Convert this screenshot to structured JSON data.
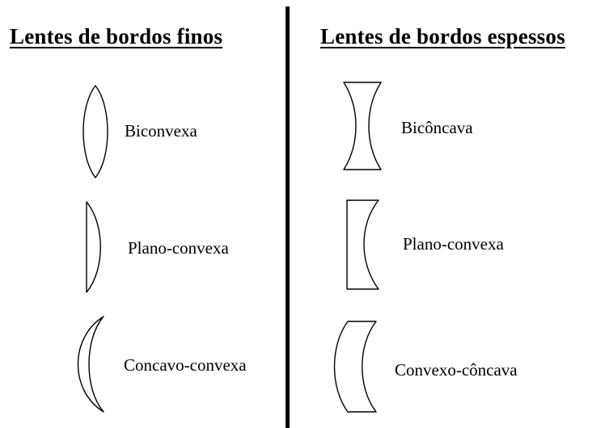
{
  "left_column": {
    "title": "Lentes de bordos finos",
    "lenses": [
      {
        "label": "Biconvexa",
        "shape": "biconvex-icon"
      },
      {
        "label": "Plano-convexa",
        "shape": "plano-convex-icon"
      },
      {
        "label": "Concavo-convexa",
        "shape": "concavo-convex-icon"
      }
    ]
  },
  "right_column": {
    "title": "Lentes de bordos espessos",
    "lenses": [
      {
        "label": "Bicôncava",
        "shape": "biconcave-icon"
      },
      {
        "label": "Plano-convexa",
        "shape": "plano-concave-icon"
      },
      {
        "label": "Convexo-côncava",
        "shape": "convexo-concave-icon"
      }
    ]
  },
  "colors": {
    "background": "#ffffff",
    "ink": "#000000"
  }
}
